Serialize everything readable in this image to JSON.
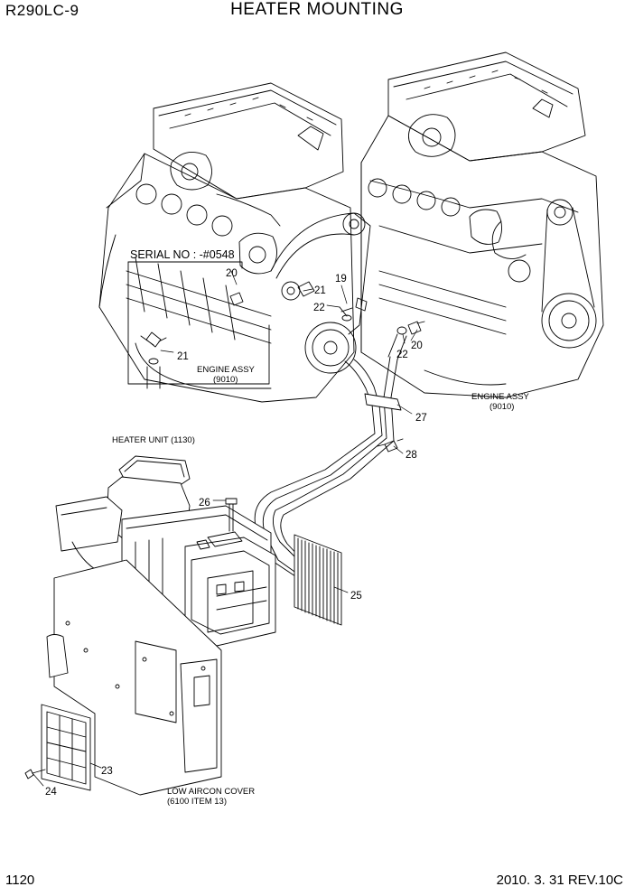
{
  "header": {
    "model": "R290LC-9",
    "title": "HEATER MOUNTING"
  },
  "footer": {
    "page_number": "1120",
    "revision": "2010. 3. 31  REV.10C"
  },
  "serial_note": "SERIAL NO : -#0548",
  "callouts": {
    "c19": "19",
    "c20a": "20",
    "c20b": "20",
    "c21a": "21",
    "c21b": "21",
    "c22a": "22",
    "c22b": "22",
    "c23": "23",
    "c24": "24",
    "c25": "25",
    "c26": "26",
    "c27": "27",
    "c28": "28"
  },
  "labels": {
    "engine_assy_left_1": "ENGINE ASSY",
    "engine_assy_left_2": "(9010)",
    "engine_assy_right_1": "ENGINE ASSY",
    "engine_assy_right_2": "(9010)",
    "heater_unit": "HEATER UNIT (1130)",
    "low_aircon_1": "LOW AIRCON COVER",
    "low_aircon_2": "(6100 ITEM 13)"
  }
}
